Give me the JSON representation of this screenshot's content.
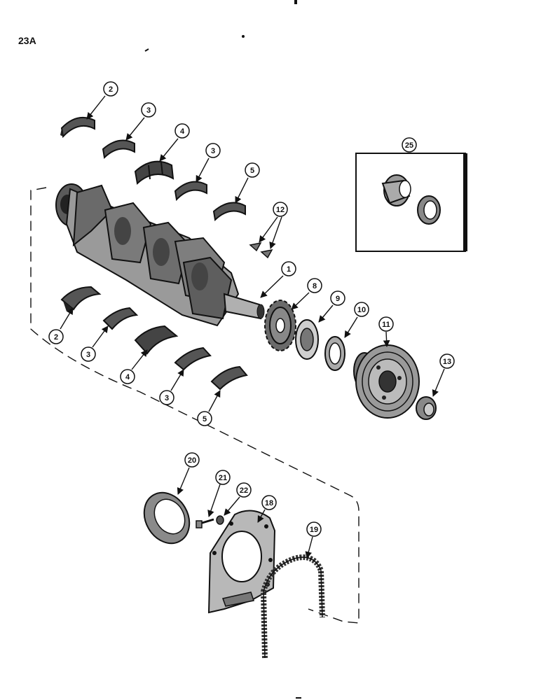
{
  "page_label": "23A",
  "callouts": {
    "c1": "1",
    "c2a": "2",
    "c2b": "2",
    "c3a": "3",
    "c3b": "3",
    "c3c": "3",
    "c3d": "3",
    "c4a": "4",
    "c4b": "4",
    "c5a": "5",
    "c5b": "5",
    "c8": "8",
    "c9": "9",
    "c10": "10",
    "c11": "11",
    "c12": "12",
    "c13": "13",
    "c18": "18",
    "c19": "19",
    "c20": "20",
    "c21": "21",
    "c22": "22",
    "c25": "25"
  },
  "colors": {
    "ink": "#111111",
    "fill_dark": "#3a3a3a",
    "fill_mid": "#8a8a8a",
    "fill_light": "#d0d0d0",
    "background": "#ffffff"
  }
}
